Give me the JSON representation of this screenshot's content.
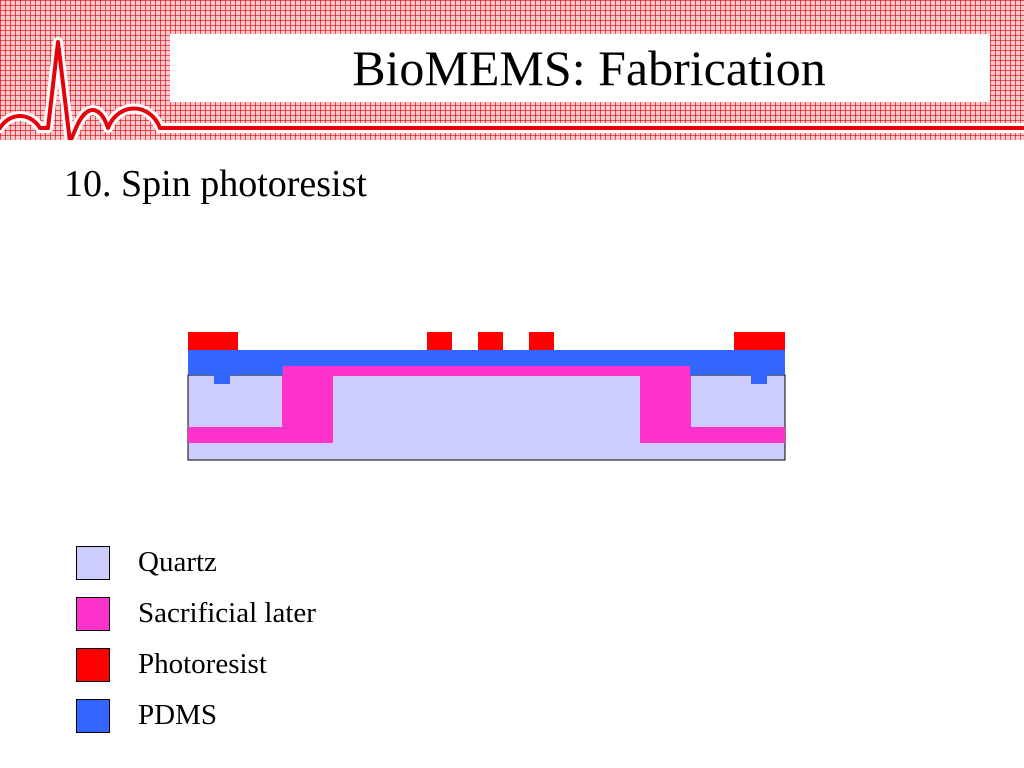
{
  "header": {
    "title": "BioMEMS: Fabrication",
    "grid_color": "#e8000a",
    "icon": "heartbeat-waveform-icon"
  },
  "step": {
    "heading": "10. Spin photoresist"
  },
  "diagram": {
    "materials": {
      "quartz": "#ccccfd",
      "sacrificial": "#ff33cc",
      "photoresist": "#ff0000",
      "pdms": "#3366ff"
    }
  },
  "legend": {
    "items": [
      {
        "label": "Quartz",
        "color": "#ccccfd"
      },
      {
        "label": "Sacrificial later",
        "color": "#ff33cc"
      },
      {
        "label": "Photoresist",
        "color": "#ff0000"
      },
      {
        "label": "PDMS",
        "color": "#3366ff"
      }
    ]
  }
}
